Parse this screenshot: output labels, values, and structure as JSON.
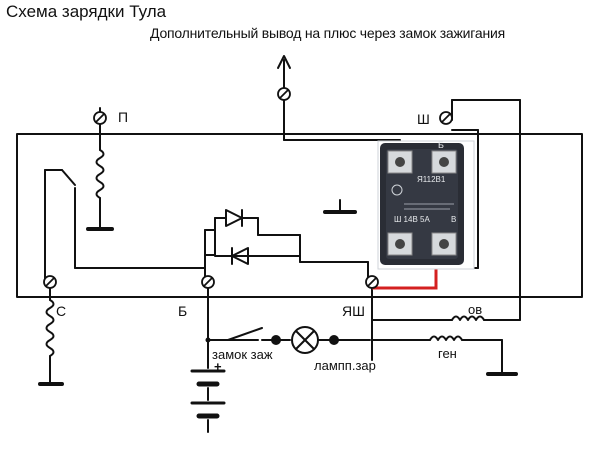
{
  "title": "Схема зарядки Тула",
  "subtitle": "Дополнительный вывод на плюс через замок зажигания",
  "terminals": {
    "p": "П",
    "sh": "Ш",
    "c": "С",
    "b": "Б",
    "ysh": "ЯШ"
  },
  "components": {
    "ignition_switch": "замок заж",
    "charge_lamp": "лампп.зар",
    "field_winding": "ов",
    "generator": "ген",
    "battery_plus": "+"
  },
  "regulator": {
    "model": "Я112В1",
    "pin_b": "Б",
    "pin_sh": "Ш",
    "pin_v": "В",
    "rating": "Ш 14В 5А"
  },
  "colors": {
    "wire": "#111111",
    "regulator_body": "#2a2d35",
    "highlight_wire": "#d42020"
  }
}
